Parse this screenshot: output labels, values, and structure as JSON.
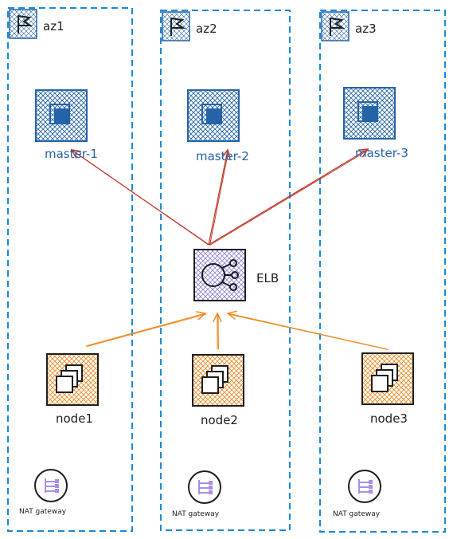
{
  "zones": [
    {
      "label": "az1",
      "master": "master-1",
      "node": "node1",
      "nat": "NAT gateway"
    },
    {
      "label": "az2",
      "master": "master-2",
      "node": "node2",
      "nat": "NAT gateway"
    },
    {
      "label": "az3",
      "master": "master-3",
      "node": "node3",
      "nat": "NAT gateway"
    }
  ],
  "elb": {
    "label": "ELB"
  },
  "colors": {
    "zone_border": "#1c8ad6",
    "master_fill": "#2563a8",
    "node_fill": "#f08a24",
    "elb_fill": "#8b7fd8",
    "master_arrow": "#c0392b",
    "node_arrow": "#f08a24",
    "nat_icon": "#a98ee6"
  },
  "icons": {
    "zone": "flag-icon",
    "master": "compute-instance-icon",
    "node": "instances-icon",
    "elb": "load-balancer-icon",
    "nat": "nat-gateway-icon"
  }
}
